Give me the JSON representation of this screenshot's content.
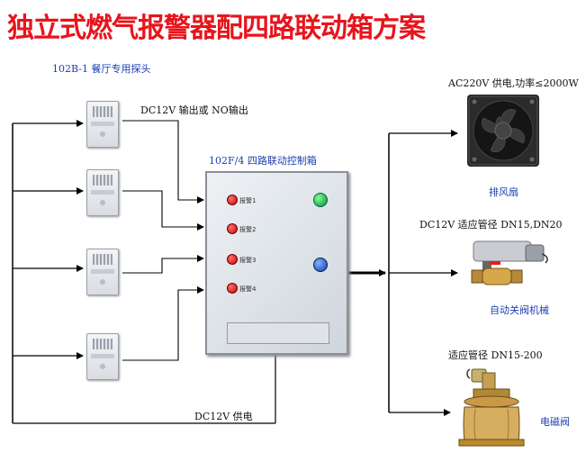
{
  "title": "独立式燃气报警器配四路联动箱方案",
  "sensor_label": "102B-1 餐厅专用探头",
  "output_label": "DC12V 输出或 NO输出",
  "box_label": "102F/4  四路联动控制箱",
  "power_label": "DC12V 供电",
  "alarm_lamps": [
    "报警1",
    "报警2",
    "报警3",
    "报警4"
  ],
  "fan": {
    "spec": "AC220V 供电,功率≤2000W",
    "name": "排风扇"
  },
  "valve_manipulator": {
    "spec": "DC12V 适应管径 DN15,DN20",
    "name": "自动关阀机械"
  },
  "solenoid_valve": {
    "spec": "适应管径 DN15-200",
    "name": "电磁阀"
  },
  "colors": {
    "title": "#e8141c",
    "label_blue": "#1a3fb0",
    "wire": "#000000"
  }
}
